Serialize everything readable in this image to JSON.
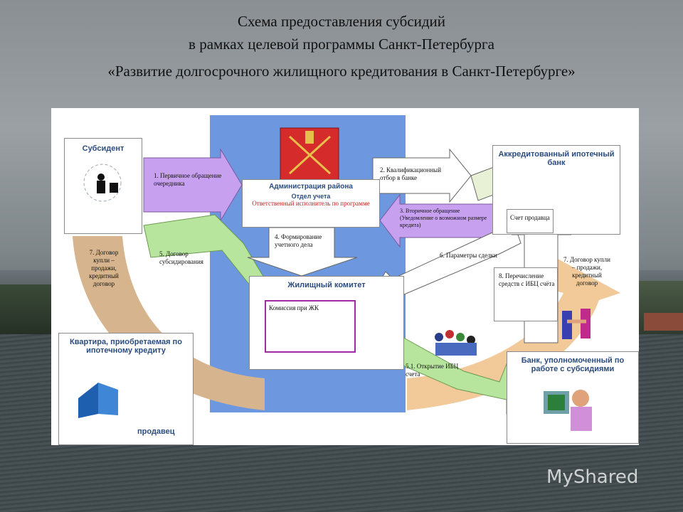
{
  "title": {
    "line1": "Схема предоставления субсидий",
    "line2": "в рамках целевой программы Санкт-Петербурга",
    "line3": "«Развитие долгосрочного жилищного кредитования в Санкт-Петербурге»"
  },
  "diagram": {
    "subsident": "Субсидент",
    "step1": "1. Первичное обращение очередника",
    "admin": {
      "title": "Администрация района",
      "subtitle": "Отдел учета",
      "responsible": "Ответственный исполнитель по программе"
    },
    "step2": "2. Квалификационный отбор в банке",
    "bank_accredited": "Аккредитованный ипотечный банк",
    "step3": "3. Вторичное обращение (Уведомление о возможном размере кредита)",
    "account_sale": "Счет продавца",
    "step4": "4. Формирование учетного дела",
    "step5": "5. Договор субсидирования",
    "step6": "6. Параметры сделки",
    "step7_left": "7. Договор купли – продажи, кредитный договор",
    "step7_right": "7. Договор купли – продажи, кредитный договор",
    "housing_committee": "Жилищный комитет",
    "commission": "Комиссия при ЖК",
    "step8": "8. Перечисление средств с ИБЦ счёта",
    "step51": "5.1. Открытие ИБЦ счета",
    "apartment": "Квартира, приобретаемая по ипотечному кредиту",
    "seller": "продавец",
    "bank_authorized": "Банк, уполномоченный по работе с субсидиями"
  },
  "watermark": "MyShared",
  "colors": {
    "accent_blue": "#6d97df",
    "arrow_purple": "#c8a0f0",
    "arrow_green": "#b8e59d",
    "arc_tan": "#d6b48d",
    "arc_orange": "#f2c999"
  }
}
